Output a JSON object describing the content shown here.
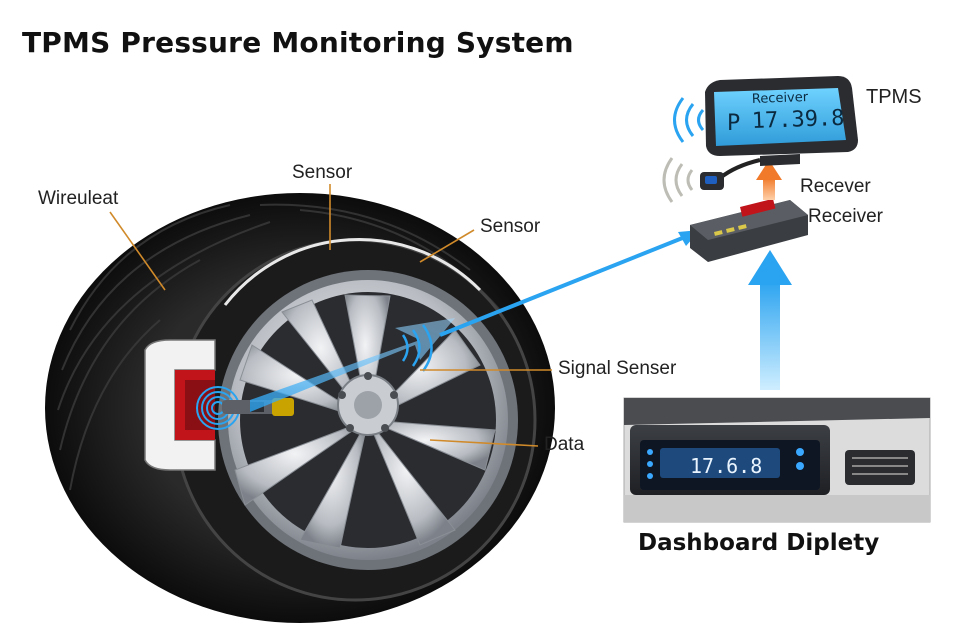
{
  "title": "TPMS Pressure Monitoring System",
  "labels": {
    "wireuleat": "Wireuleat",
    "sensor_top": "Sensor",
    "sensor_right": "Sensor",
    "signal_senser": "Signal Senser",
    "data": "Data",
    "tpms": "TPMS",
    "recever": "Recever",
    "receiver": "Receiver"
  },
  "monitor": {
    "header": "Receiver",
    "unit_symbol": "P",
    "reading": "17.39.8"
  },
  "dashboard": {
    "reading": "17.6.8",
    "caption": "Dashboard Diplety"
  },
  "colors": {
    "signal_blue": "#2aa3f0",
    "arrow_orange": "#f07a2a",
    "rim_red": "#c0141a",
    "leader_orange": "#d08a2a",
    "lcd_blue": "#4fc3f7"
  }
}
